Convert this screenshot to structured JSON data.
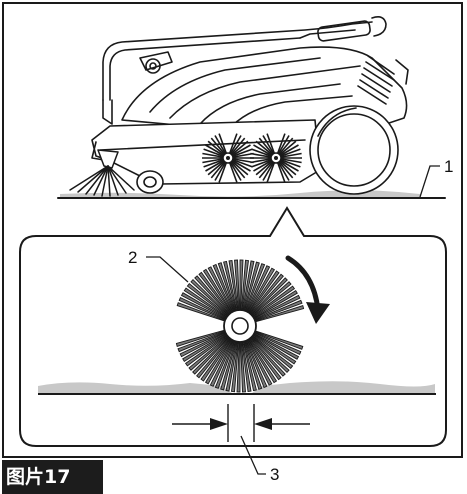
{
  "figure": {
    "caption": "图片17",
    "callouts": [
      "1",
      "2",
      "3"
    ]
  },
  "components": {
    "sweeper": "machine-body",
    "side_brush": "side-brush",
    "main_brushes": "main-brush-pair",
    "floor": "floor-surface",
    "detail_brush": "main-brush-detail",
    "rotation_arrow": "rotation-direction-arrow",
    "contact_width_arrows": "contact-width-indicator"
  },
  "colors": {
    "line": "#1a1a1a",
    "bristle_fill": "#7a7a7a",
    "floor_dust": "#c8c8c8",
    "caption_bg": "#1c1c1c",
    "caption_text": "#ffffff"
  }
}
